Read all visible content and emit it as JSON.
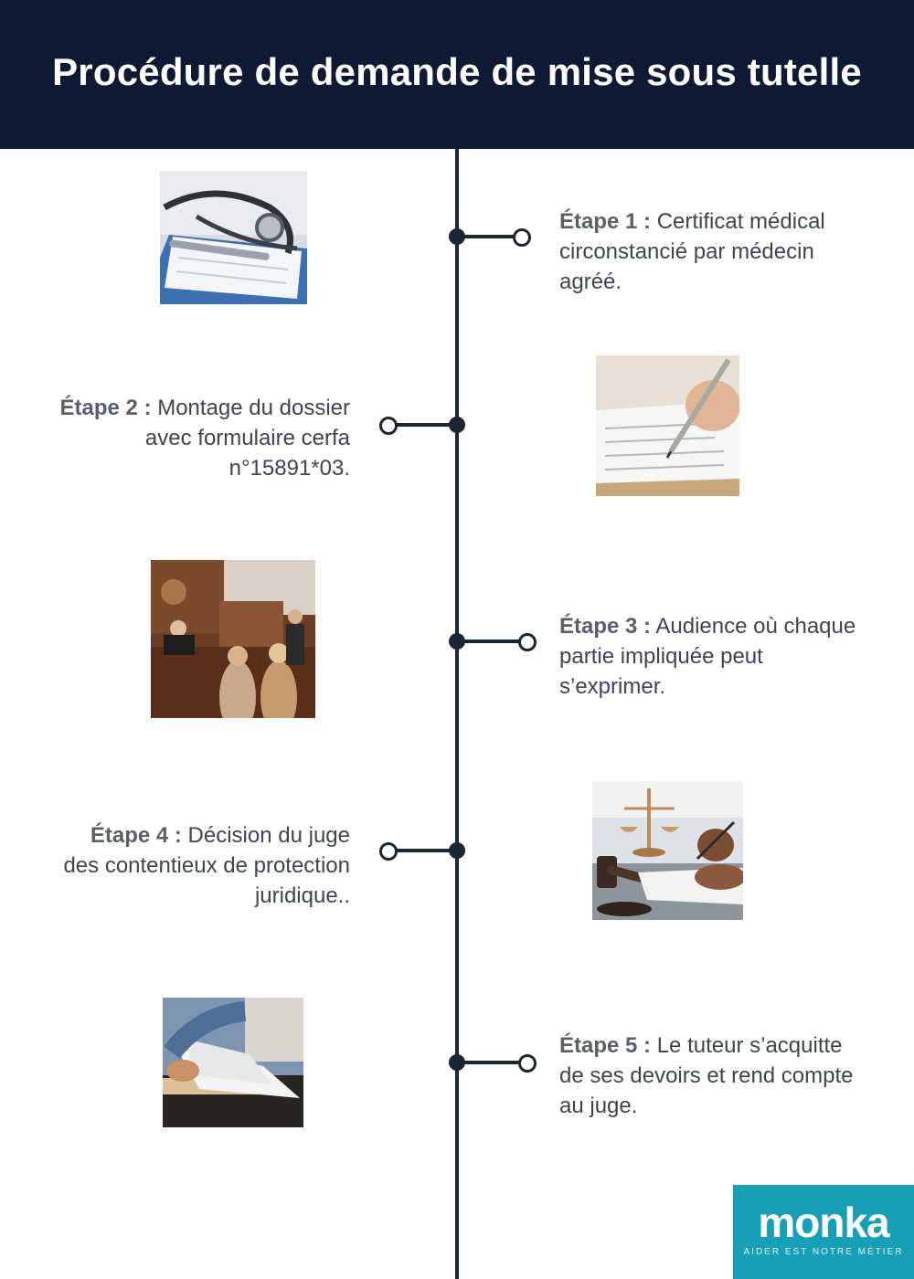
{
  "title": "Procédure de demande de mise sous tutelle",
  "steps": [
    {
      "label": "Étape 1 :",
      "text": "Certificat médical circonstancié par médecin agréé.",
      "image": "stethoscope-clipboard-photo"
    },
    {
      "label": "Étape 2 :",
      "text": "Montage du dossier avec formulaire cerfa n°15891*03.",
      "image": "hand-signing-document-photo"
    },
    {
      "label": "Étape 3 :",
      "text": "Audience où chaque partie impliquée peut s’exprimer.",
      "image": "courtroom-hearing-photo"
    },
    {
      "label": "Étape 4 :",
      "text": "Décision du juge des contentieux de protection juridique..",
      "image": "gavel-scales-justice-photo"
    },
    {
      "label": "Étape 5 :",
      "text": "Le tuteur s’acquitte de ses devoirs et rend compte au juge.",
      "image": "reading-papers-photo"
    }
  ],
  "logo": {
    "word": "monka",
    "tagline": "AIDER EST NOTRE MÉTIER"
  },
  "colors": {
    "header_bg": "#0e1a33",
    "timeline": "#1c2533",
    "logo_bg": "#17a0b5",
    "text": "#3d4550"
  }
}
